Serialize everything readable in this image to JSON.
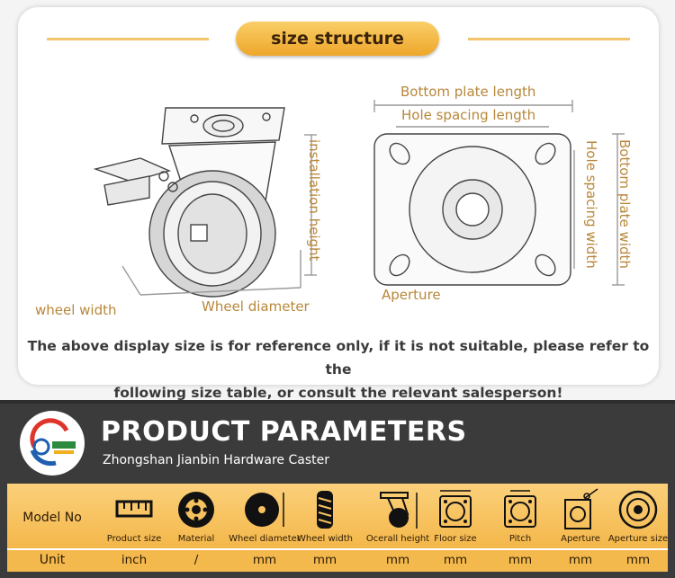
{
  "header": {
    "title": "size structure"
  },
  "labels": {
    "installation_height": "installation height",
    "wheel_width": "wheel width",
    "wheel_diameter": "Wheel diameter",
    "bottom_plate_length": "Bottom plate length",
    "hole_spacing_length": "Hole spacing length",
    "hole_spacing_width": "Hole spacing width",
    "bottom_plate_width": "Bottom plate width",
    "aperture": "Aperture"
  },
  "note": {
    "line1": "The above display size is for reference only, if it is not suitable, please refer to the",
    "line2": "following size table, or consult the relevant salesperson!"
  },
  "product": {
    "title": "PRODUCT PARAMETERS",
    "subtitle": "Zhongshan Jianbin Hardware Caster"
  },
  "table": {
    "row_header_model": "Model No",
    "row_header_unit": "Unit",
    "columns": [
      {
        "caption": "Product size",
        "unit": "inch",
        "icon": "ruler-icon"
      },
      {
        "caption": "Material",
        "unit": "/",
        "icon": "wheel-hub-icon"
      },
      {
        "caption": "Wheel diameter",
        "unit": "mm",
        "icon": "wheel-diameter-icon"
      },
      {
        "caption": "Wheel width",
        "unit": "mm",
        "icon": "tread-icon"
      },
      {
        "caption": "Ocerall height",
        "unit": "mm",
        "icon": "caster-height-icon"
      },
      {
        "caption": "Floor size",
        "unit": "mm",
        "icon": "plate-size-icon"
      },
      {
        "caption": "Pitch",
        "unit": "mm",
        "icon": "hole-pitch-icon"
      },
      {
        "caption": "Aperture",
        "unit": "mm",
        "icon": "aperture-icon"
      },
      {
        "caption": "Aperture size",
        "unit": "mm",
        "icon": "aperture-size-icon"
      }
    ]
  },
  "colors": {
    "accent": "#f4b74a",
    "label_text": "#b8873a",
    "dark_band": "#3b3b3b"
  }
}
